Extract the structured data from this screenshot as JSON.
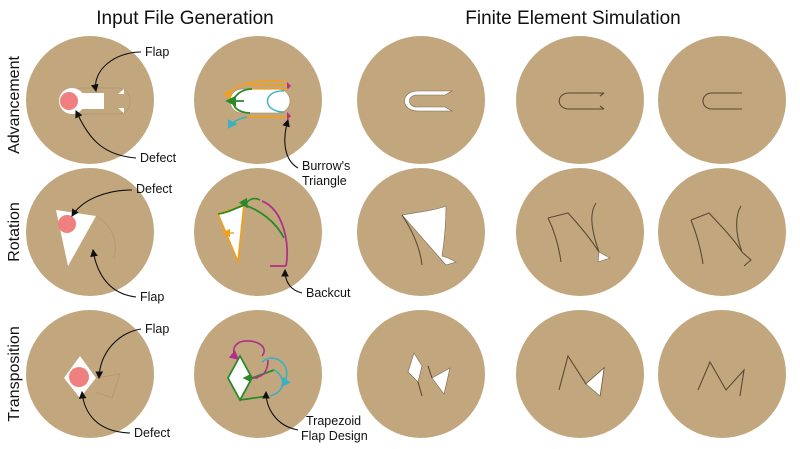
{
  "headers": {
    "input": "Input File Generation",
    "simulation": "Finite Element Simulation"
  },
  "rows": {
    "advancement": "Advancement",
    "rotation": "Rotation",
    "transposition": "Transposition"
  },
  "annotations": {
    "adv_flap": "Flap",
    "adv_defect": "Defect",
    "burrows_1": "Burrow's",
    "burrows_2": "Triangle",
    "rot_defect": "Defect",
    "rot_flap": "Flap",
    "backcut": "Backcut",
    "trans_flap": "Flap",
    "trans_defect": "Defect",
    "trapezoid_1": "Trapezoid",
    "trapezoid_2": "Flap Design"
  },
  "colors": {
    "disk": "#c2a77e",
    "defect": "#f08080",
    "orange": "#f0a020",
    "green": "#2a8a2a",
    "cyan": "#3ab0c0",
    "magenta": "#b0308a"
  }
}
